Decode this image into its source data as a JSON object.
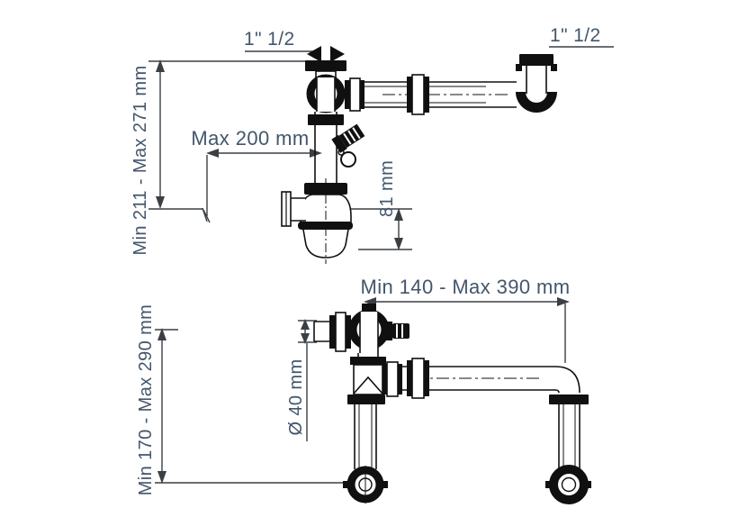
{
  "colors": {
    "background": "#ffffff",
    "drawing_line": "#101010",
    "dimension_line": "#3a3f44",
    "label_text": "#43566b"
  },
  "top_view": {
    "labels": {
      "connection_left": "1\" 1/2",
      "connection_right": "1\" 1/2",
      "wall_offset": "Max 200 mm",
      "height_range": "Min 211 - Max 271 mm",
      "cup_depth": "81 mm"
    }
  },
  "bottom_view": {
    "labels": {
      "horizontal_range": "Min 140 - Max 390 mm",
      "height_range": "Min 170 - Max 290 mm",
      "pipe_diameter": "Ø 40 mm"
    }
  }
}
